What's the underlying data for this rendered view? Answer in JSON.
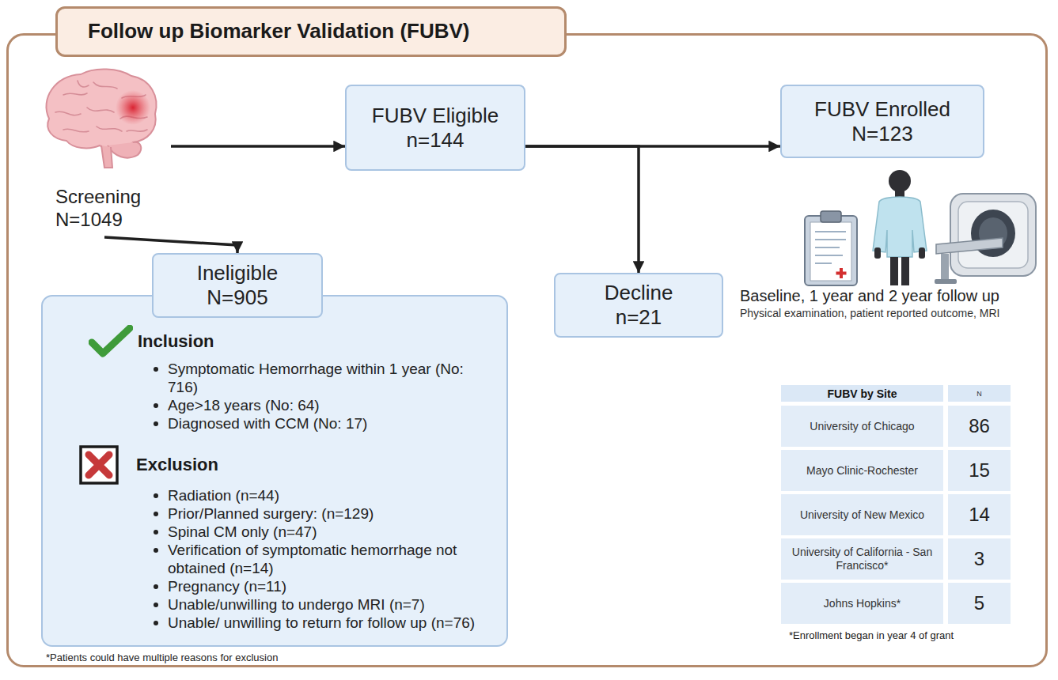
{
  "diagram": {
    "title": "Follow up Biomarker Validation (FUBV)",
    "nodes": [
      {
        "text": [
          "Screening N=1049"
        ]
      },
      {
        "text": [
          "FUBV Eligible n=144"
        ]
      },
      {
        "text": [
          "FUBV Enrolled N=123"
        ]
      },
      {
        "text": [
          "Ineligible N=905"
        ]
      },
      {
        "text": [
          "Inclusion",
          "Symptomatic Hemorrhage within 1 year (No: 716)",
          "Age>18 years (No: 64)",
          "Diagnosed with CCM (No: 17)",
          "Exclusion",
          "Radiation (n=44)",
          "Prior/Planned surgery: (n=129)",
          "Spinal CM only (n=47)",
          "Verification of symptomatic hemorrhage not obtained (n=14)",
          "Pregnancy (n=11)",
          "Unable/unwilling to undergo MRI (n=7)",
          "Unable/ unwilling to return for follow up (n=76)"
        ]
      },
      {
        "text": [
          "Decline n=21"
        ]
      }
    ],
    "edges": [
      {
        "from": 0,
        "to": 1,
        "arrow": "to"
      },
      {
        "from": 0,
        "to": 3,
        "arrow": "to"
      },
      {
        "from": 1,
        "to": 2,
        "arrow": "to"
      },
      {
        "from": 1,
        "to": 5,
        "arrow": "to"
      }
    ],
    "labels": [
      "Baseline, 1 year and 2 year follow up",
      "Physical examination, patient reported outcome, MRI",
      "FUBV by Site",
      "N",
      "University of Chicago",
      "86",
      "Mayo Clinic-Rochester",
      "15",
      "University of New Mexico",
      "14",
      "University of California - San Francisco*",
      "3",
      "Johns Hopkins*",
      "5",
      "*Enrollment began in year 4 of grant",
      "*Patients could have multiple reasons for exclusion"
    ]
  }
}
